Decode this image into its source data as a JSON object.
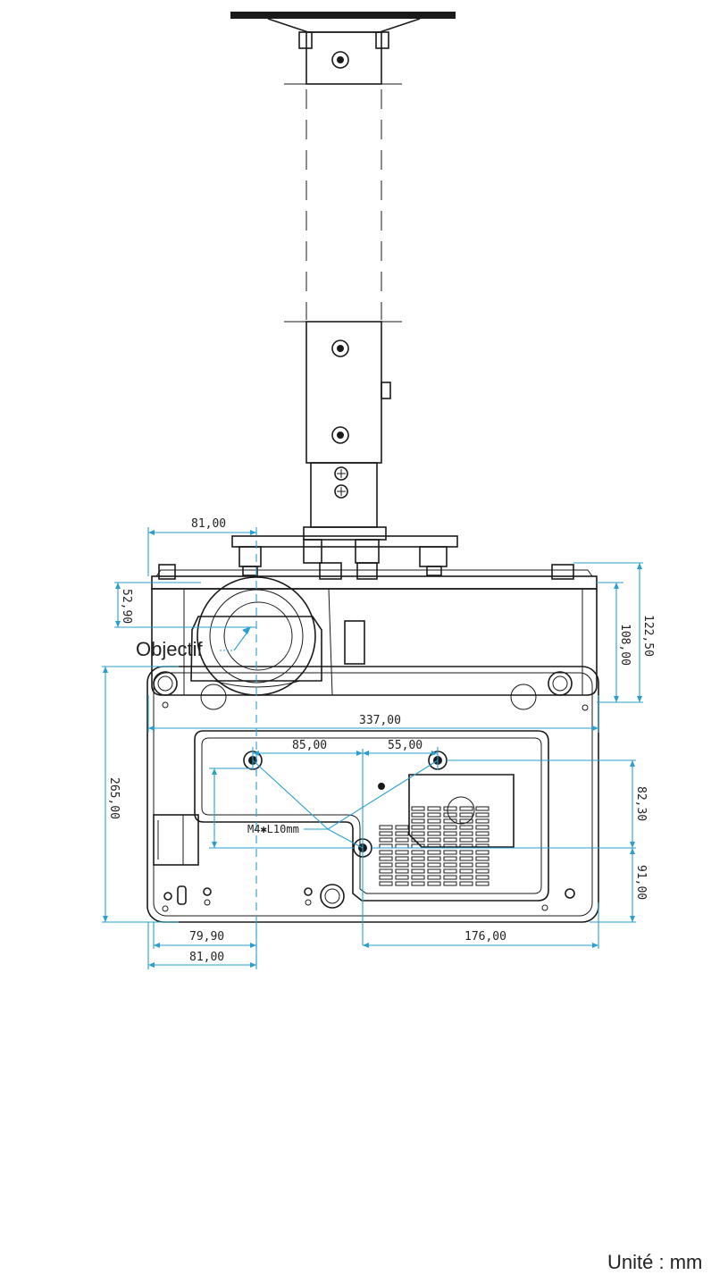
{
  "dims": {
    "top_offset": "81,00",
    "lens_height": "52,90",
    "body_height": "108,00",
    "total_height": "122,50",
    "width": "337,00",
    "depth": "265,00",
    "mount_left_span": "85,00",
    "mount_right_span": "55,00",
    "mount_vertical": "82,30",
    "rear_to_mount": "91,00",
    "bottom_left_a": "79,90",
    "bottom_left_b": "81,00",
    "bottom_right": "176,00"
  },
  "labels": {
    "lens": "Objectif",
    "screw": "M4✱L10mm",
    "unit": "Unité : mm"
  },
  "colors": {
    "dimension": "#2a9fd0",
    "outline": "#1a1a1a"
  }
}
